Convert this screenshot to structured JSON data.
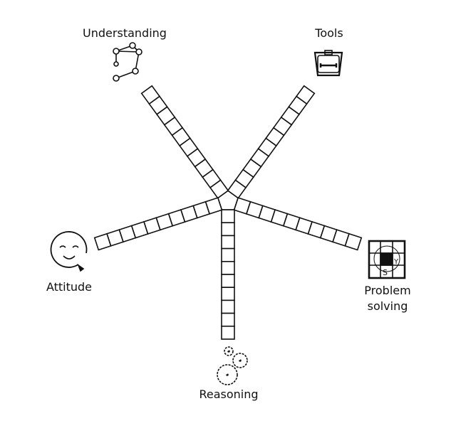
{
  "diagram": {
    "arms": [
      {
        "name": "Understanding",
        "icon": "network-graph-icon",
        "cells": 10
      },
      {
        "name": "Tools",
        "icon": "toolbox-icon",
        "cells": 10
      },
      {
        "name": "Problem solving",
        "icon": "puzzle-grid-icon",
        "cells": 10
      },
      {
        "name": "Reasoning",
        "icon": "gears-icon",
        "cells": 10
      },
      {
        "name": "Attitude",
        "icon": "smiley-face-icon",
        "cells": 10
      }
    ],
    "labels": {
      "understanding": "Understanding",
      "tools": "Tools",
      "problem_line1": "Problem",
      "problem_line2": "solving",
      "reasoning": "Reasoning",
      "attitude": "Attitude"
    },
    "colors": {
      "stroke": "#111111",
      "background": "#ffffff"
    }
  }
}
